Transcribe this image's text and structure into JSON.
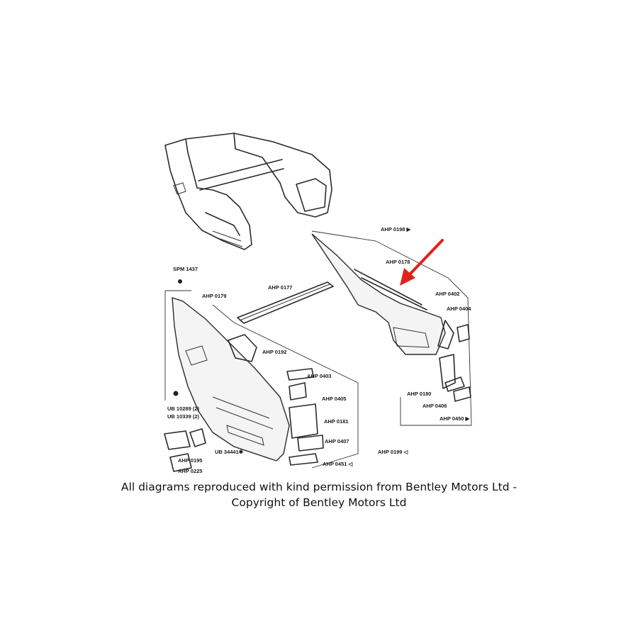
{
  "colors": {
    "arrow": "#e0211b",
    "line": "#2a2a2a",
    "background": "#ffffff"
  },
  "labels": {
    "spm1437": "SPM 1437",
    "ahp0179": "AHP 0179",
    "ahp0177": "AHP 0177",
    "ahp0192": "AHP 0192",
    "ahp0403": "AHP 0403",
    "ahp0405": "AHP 0405",
    "ahp0181": "AHP 0181",
    "ahp0407": "AHP 0407",
    "ahp0451": "AHP 0451 ◁",
    "ahp0199": "AHP 0199 ◁",
    "ub10289": "UB 10289 (2)",
    "ub10339": "UB 10339 (2)",
    "ub34441": "UB 34441✱",
    "ahp0195": "AHP 0195",
    "ahp0225": "AHP 0225",
    "ahp0198": "AHP 0198 ▶",
    "ahp0178": "AHP 0178",
    "ahp0402": "AHP 0402",
    "ahp0404": "AHP 0404",
    "ahp0180": "AHP 0180",
    "ahp0406": "AHP 0406",
    "ahp0450": "AHP 0450 ▶"
  },
  "caption": {
    "line1": "All diagrams reproduced with kind permission from Bentley Motors Ltd -",
    "line2": "Copyright of Bentley Motors Ltd"
  }
}
